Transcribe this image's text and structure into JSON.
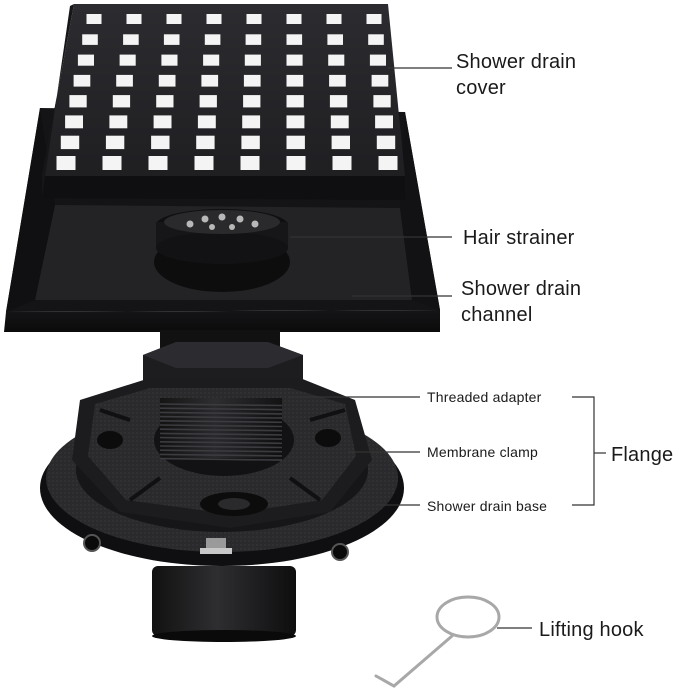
{
  "labels": {
    "shower_drain_cover_line1": "Shower drain",
    "shower_drain_cover_line2": "cover",
    "hair_strainer": "Hair strainer",
    "shower_drain_channel_line1": "Shower drain",
    "shower_drain_channel_line2": "channel",
    "threaded_adapter": "Threaded adapter",
    "membrane_clamp": "Membrane clamp",
    "shower_drain_base": "Shower drain base",
    "flange": "Flange",
    "lifting_hook": "Lifting hook"
  },
  "colors": {
    "metal_dark": "#1c1c1e",
    "metal_mid": "#2b2b2e",
    "metal_light": "#3a3a3e",
    "hole": "#f2f2f2",
    "leader_line": "#333333",
    "hook": "#a8a8a8"
  }
}
